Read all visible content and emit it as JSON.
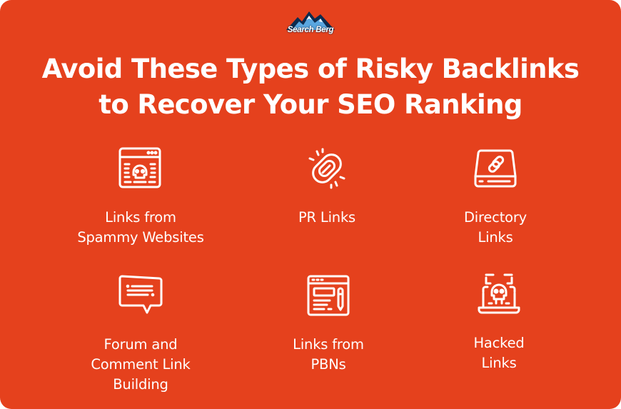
{
  "brand": {
    "logo_text": "Search Berg",
    "background_color": "#e5411d",
    "text_color": "#ffffff"
  },
  "title": {
    "line1": "Avoid These Types of Risky Backlinks",
    "line2": "to Recover Your SEO Ranking"
  },
  "items": [
    {
      "icon": "spam-website-skull-icon",
      "line1": "Links from",
      "line2": "Spammy Websites"
    },
    {
      "icon": "broken-chain-link-icon",
      "line1": "PR Links",
      "line2": ""
    },
    {
      "icon": "directory-drive-link-icon",
      "line1": "Directory",
      "line2": "Links"
    },
    {
      "icon": "comment-bubble-icon",
      "line1": "Forum and",
      "line2": "Comment Link",
      "line3": "Building"
    },
    {
      "icon": "blog-editor-pencil-icon",
      "line1": "Links from",
      "line2": "PBNs"
    },
    {
      "icon": "hacked-laptop-skull-icon",
      "line1": "Hacked",
      "line2": "Links"
    }
  ]
}
